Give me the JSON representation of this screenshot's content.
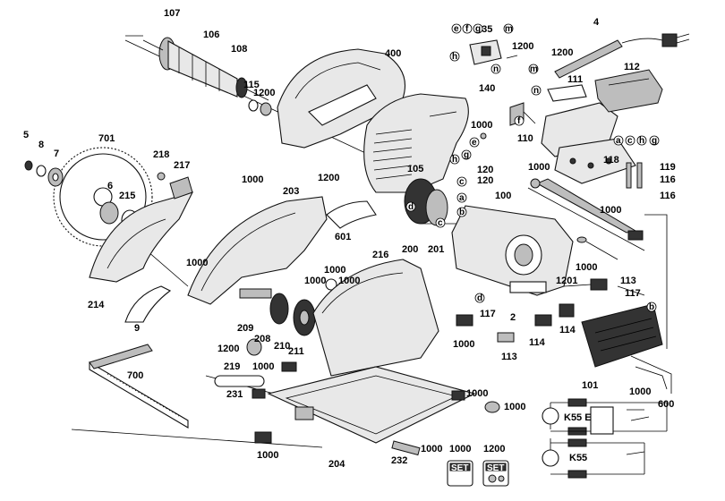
{
  "callouts": [
    {
      "id": "c107",
      "text": "107"
    },
    {
      "id": "c106",
      "text": "106"
    },
    {
      "id": "c108",
      "text": "108"
    },
    {
      "id": "c115",
      "text": "115"
    },
    {
      "id": "c1200a",
      "text": "1200"
    },
    {
      "id": "c400",
      "text": "400"
    },
    {
      "id": "c5",
      "text": "5"
    },
    {
      "id": "c8",
      "text": "8"
    },
    {
      "id": "c7",
      "text": "7"
    },
    {
      "id": "c701",
      "text": "701"
    },
    {
      "id": "c6",
      "text": "6"
    },
    {
      "id": "c215",
      "text": "215"
    },
    {
      "id": "c218",
      "text": "218"
    },
    {
      "id": "c217",
      "text": "217"
    },
    {
      "id": "c1000a",
      "text": "1000"
    },
    {
      "id": "c203",
      "text": "203"
    },
    {
      "id": "c1200b",
      "text": "1200"
    },
    {
      "id": "c105",
      "text": "105"
    },
    {
      "id": "c601",
      "text": "601"
    },
    {
      "id": "c1000b",
      "text": "1000"
    },
    {
      "id": "c214",
      "text": "214"
    },
    {
      "id": "c9",
      "text": "9"
    },
    {
      "id": "c216",
      "text": "216"
    },
    {
      "id": "c200",
      "text": "200"
    },
    {
      "id": "c201",
      "text": "201"
    },
    {
      "id": "c1000c",
      "text": "1000"
    },
    {
      "id": "c1000d",
      "text": "1000"
    },
    {
      "id": "c1000e",
      "text": "1000"
    },
    {
      "id": "c209",
      "text": "209"
    },
    {
      "id": "c208",
      "text": "208"
    },
    {
      "id": "c210",
      "text": "210"
    },
    {
      "id": "c211",
      "text": "211"
    },
    {
      "id": "c1200c",
      "text": "1200"
    },
    {
      "id": "c1000f",
      "text": "1000"
    },
    {
      "id": "c219",
      "text": "219"
    },
    {
      "id": "c700",
      "text": "700"
    },
    {
      "id": "c231",
      "text": "231"
    },
    {
      "id": "c1000g",
      "text": "1000"
    },
    {
      "id": "c204",
      "text": "204"
    },
    {
      "id": "c232",
      "text": "232"
    },
    {
      "id": "c1000h",
      "text": "1000"
    },
    {
      "id": "c1000i",
      "text": "1000"
    },
    {
      "id": "c1000j",
      "text": "1000"
    },
    {
      "id": "c135",
      "text": "135"
    },
    {
      "id": "c1200d",
      "text": "1200"
    },
    {
      "id": "c4",
      "text": "4"
    },
    {
      "id": "c1200e",
      "text": "1200"
    },
    {
      "id": "c112",
      "text": "112"
    },
    {
      "id": "c111",
      "text": "111"
    },
    {
      "id": "c140",
      "text": "140"
    },
    {
      "id": "c1000k",
      "text": "1000"
    },
    {
      "id": "c110",
      "text": "110"
    },
    {
      "id": "c118",
      "text": "118"
    },
    {
      "id": "c119",
      "text": "119"
    },
    {
      "id": "c116a",
      "text": "116"
    },
    {
      "id": "c116b",
      "text": "116"
    },
    {
      "id": "c120a",
      "text": "120"
    },
    {
      "id": "c120b",
      "text": "120"
    },
    {
      "id": "c100",
      "text": "100"
    },
    {
      "id": "c1000l",
      "text": "1000"
    },
    {
      "id": "c1000m",
      "text": "1000"
    },
    {
      "id": "c1000n",
      "text": "1000"
    },
    {
      "id": "c1201",
      "text": "1201"
    },
    {
      "id": "c113a",
      "text": "113"
    },
    {
      "id": "c117a",
      "text": "117"
    },
    {
      "id": "c117b",
      "text": "117"
    },
    {
      "id": "c2",
      "text": "2"
    },
    {
      "id": "c114a",
      "text": "114"
    },
    {
      "id": "c114b",
      "text": "114"
    },
    {
      "id": "c113b",
      "text": "113"
    },
    {
      "id": "c1000o",
      "text": "1000"
    },
    {
      "id": "c101",
      "text": "101"
    },
    {
      "id": "c1000p",
      "text": "1000"
    },
    {
      "id": "c600",
      "text": "600"
    }
  ],
  "letters": {
    "a": "a",
    "b": "b",
    "c": "c",
    "d": "d",
    "e": "e",
    "f": "f",
    "g": "g",
    "h": "h",
    "m": "m",
    "n": "n"
  },
  "models": {
    "k55e": "K55 E",
    "k55": "K55"
  },
  "sets": {
    "set1_num": "1000",
    "set2_num": "1200",
    "set_word": "SET"
  }
}
